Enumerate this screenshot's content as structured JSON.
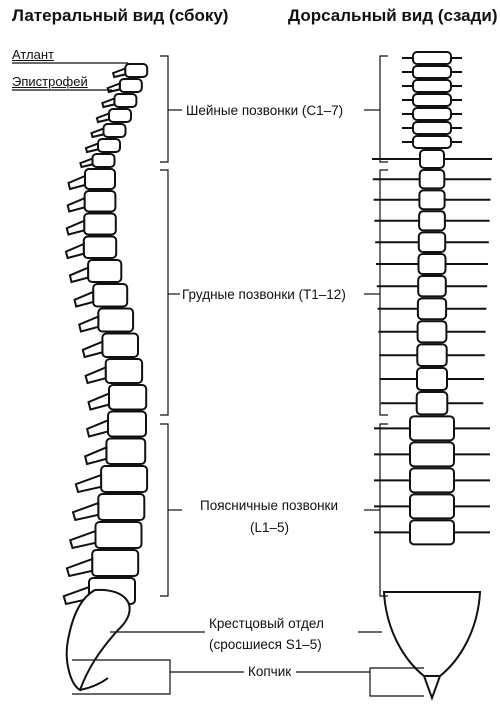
{
  "titles": {
    "lateral": "Латеральный вид (сбоку)",
    "dorsal": "Дорсальный вид (сзади)"
  },
  "side_labels": {
    "atlas": "Атлант",
    "axis": "Эпистрофей"
  },
  "regions": {
    "cervical": "Шейные позвонки (C1–7)",
    "thoracic": "Грудные позвонки (T1–12)",
    "lumbar_line1": "Поясничные позвонки",
    "lumbar_line2": "(L1–5)",
    "sacral_line1": "Крестцовый отдел",
    "sacral_line2": "(сросшиеся S1–5)",
    "coccyx": "Копчик"
  },
  "colors": {
    "ink": "#111111",
    "background": "#ffffff"
  }
}
